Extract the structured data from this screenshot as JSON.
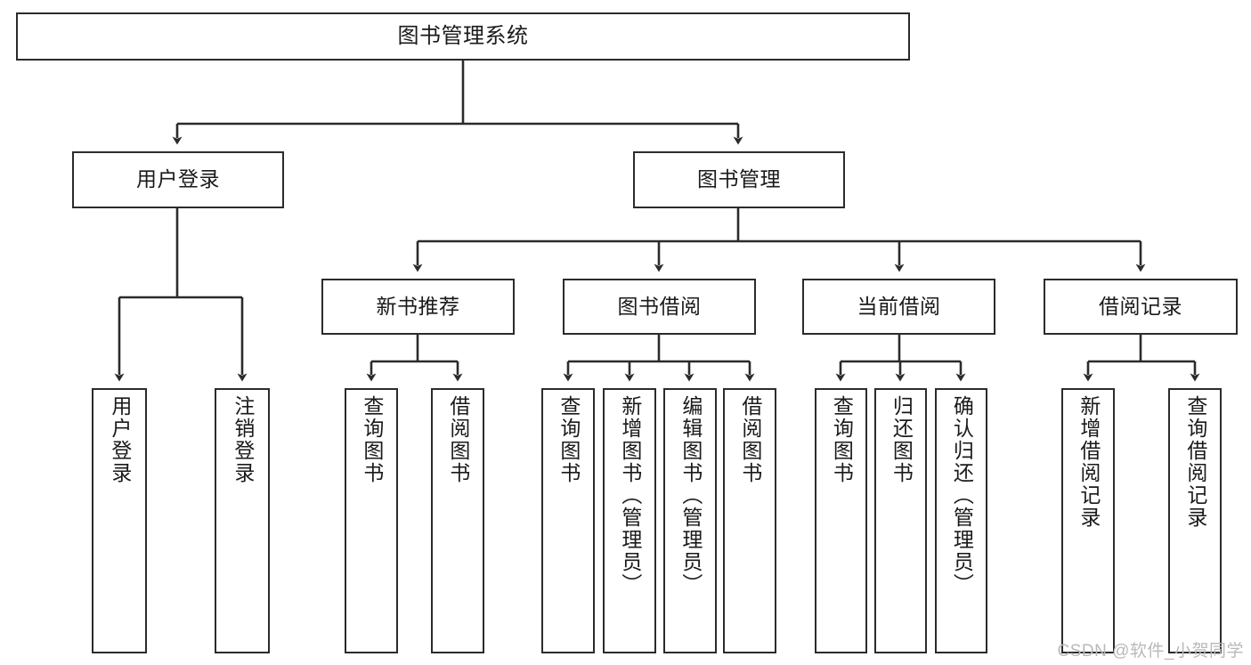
{
  "diagram": {
    "title": "图书管理系统",
    "type": "hierarchy-tree",
    "colors": {
      "stroke": "#2b2b2b",
      "fill": "#ffffff",
      "text": "#1a1a1a",
      "watermark": "#b9b9b9"
    },
    "levels": {
      "root": {
        "label": "图书管理系统"
      },
      "level2": [
        {
          "id": "user-login",
          "label": "用户登录"
        },
        {
          "id": "book-management",
          "label": "图书管理"
        }
      ],
      "level3": [
        {
          "id": "new-book-recommend",
          "label": "新书推荐",
          "parent": "book-management"
        },
        {
          "id": "book-borrow",
          "label": "图书借阅",
          "parent": "book-management"
        },
        {
          "id": "current-borrow",
          "label": "当前借阅",
          "parent": "book-management"
        },
        {
          "id": "borrow-record",
          "label": "借阅记录",
          "parent": "book-management"
        }
      ],
      "leaves": [
        {
          "id": "leaf-user-login",
          "label": "用户登录",
          "parent": "user-login"
        },
        {
          "id": "leaf-logout-login",
          "label": "注销登录",
          "parent": "user-login"
        },
        {
          "id": "leaf-query-book-1",
          "label": "查询图书",
          "parent": "new-book-recommend"
        },
        {
          "id": "leaf-borrow-book-1",
          "label": "借阅图书",
          "parent": "new-book-recommend"
        },
        {
          "id": "leaf-query-book-2",
          "label": "查询图书",
          "parent": "book-borrow"
        },
        {
          "id": "leaf-add-book",
          "label": "新增图书（管理员）",
          "parent": "book-borrow"
        },
        {
          "id": "leaf-edit-book",
          "label": "编辑图书（管理员）",
          "parent": "book-borrow"
        },
        {
          "id": "leaf-borrow-book-2",
          "label": "借阅图书",
          "parent": "book-borrow"
        },
        {
          "id": "leaf-query-book-3",
          "label": "查询图书",
          "parent": "current-borrow"
        },
        {
          "id": "leaf-return-book",
          "label": "归还图书",
          "parent": "current-borrow"
        },
        {
          "id": "leaf-confirm-return",
          "label": "确认归还（管理员）",
          "parent": "current-borrow"
        },
        {
          "id": "leaf-add-record",
          "label": "新增借阅记录",
          "parent": "borrow-record"
        },
        {
          "id": "leaf-query-record",
          "label": "查询借阅记录",
          "parent": "borrow-record"
        }
      ]
    },
    "watermark": "CSDN @软件_小贺同学"
  }
}
